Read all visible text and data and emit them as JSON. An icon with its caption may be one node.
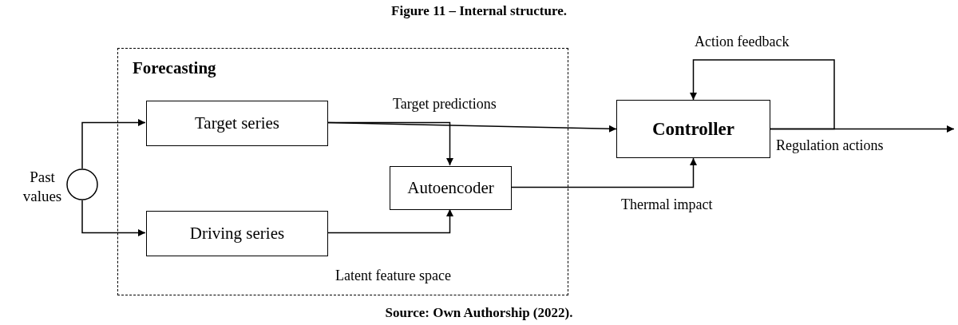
{
  "diagram": {
    "title": "Figure 11 – Internal structure.",
    "caption": "Source: Own Authorship (2022).",
    "nodes": [
      {
        "text": [
          "Forecasting"
        ]
      },
      {
        "text": [
          "Target series"
        ],
        "in": 0
      },
      {
        "text": [
          "Autoencoder"
        ],
        "in": 0
      },
      {
        "text": [
          "Driving series"
        ],
        "in": 0
      },
      {
        "text": [],
        "shape": "circle",
        "beside": [
          "Past values"
        ]
      },
      {
        "text": [
          "Controller"
        ]
      }
    ],
    "edges": [
      {
        "from": 4,
        "to": 1,
        "arrow": "to"
      },
      {
        "from": 4,
        "to": 3,
        "arrow": "to"
      },
      {
        "from": 1,
        "to": 5,
        "arrow": "to",
        "label": "Target predictions"
      },
      {
        "from": 1,
        "to": 2,
        "arrow": "to"
      },
      {
        "from": 3,
        "to": 2,
        "arrow": "to",
        "label": "Latent feature space"
      },
      {
        "from": 2,
        "to": 5,
        "arrow": "to",
        "label": "Thermal impact"
      },
      {
        "from": 5,
        "to": null,
        "arrow": "to",
        "label": "Regulation actions"
      },
      {
        "from": 5,
        "to": 5,
        "arrow": "to",
        "label": "Action feedback"
      }
    ]
  }
}
